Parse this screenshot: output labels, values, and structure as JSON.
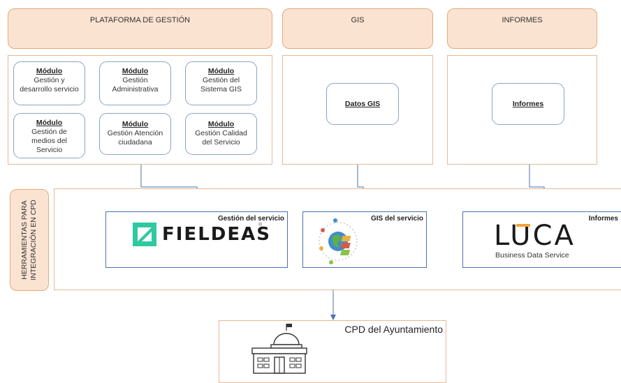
{
  "headers": {
    "plataforma": "PLATAFORMA DE GESTIÓN",
    "gis": "GIS",
    "informes": "INFORMES"
  },
  "modules": [
    {
      "title": "Módulo",
      "body": "Gestión y\ndesarrollo servicio"
    },
    {
      "title": "Módulo",
      "body": "Gestión\nAdministrativa"
    },
    {
      "title": "Módulo",
      "body": "Gestión del\nSistema GIS"
    },
    {
      "title": "Módulo",
      "body": "Gestión de\nmedios del\nServicio"
    },
    {
      "title": "Módulo",
      "body": "Gestión Atención\nciudadana"
    },
    {
      "title": "Módulo",
      "body": "Gestión Calidad\ndel Servicio"
    }
  ],
  "gis_box": "Datos GIS",
  "informes_box": "Informes",
  "side_label": "HERRAMIENTAS PARA\nINTEGRACIÓN EN CPD",
  "tools": {
    "fieldeas_label": "Gestión del servicio",
    "fieldeas_logo": "FIELDEAS",
    "fieldeas_mark": "®",
    "gis_label": "GIS del servicio",
    "luca_label": "Informes",
    "luca_logo": "LUCA",
    "luca_sub": "Business Data Service"
  },
  "cpd_label": "CPD del Ayuntamiento",
  "colors": {
    "header_fill": "#fbe3d2",
    "header_border": "#e8a878",
    "connector": "#4a72b0",
    "fieldeas_green": "#2fc9a0",
    "luca_accent": "#f2a33a"
  }
}
